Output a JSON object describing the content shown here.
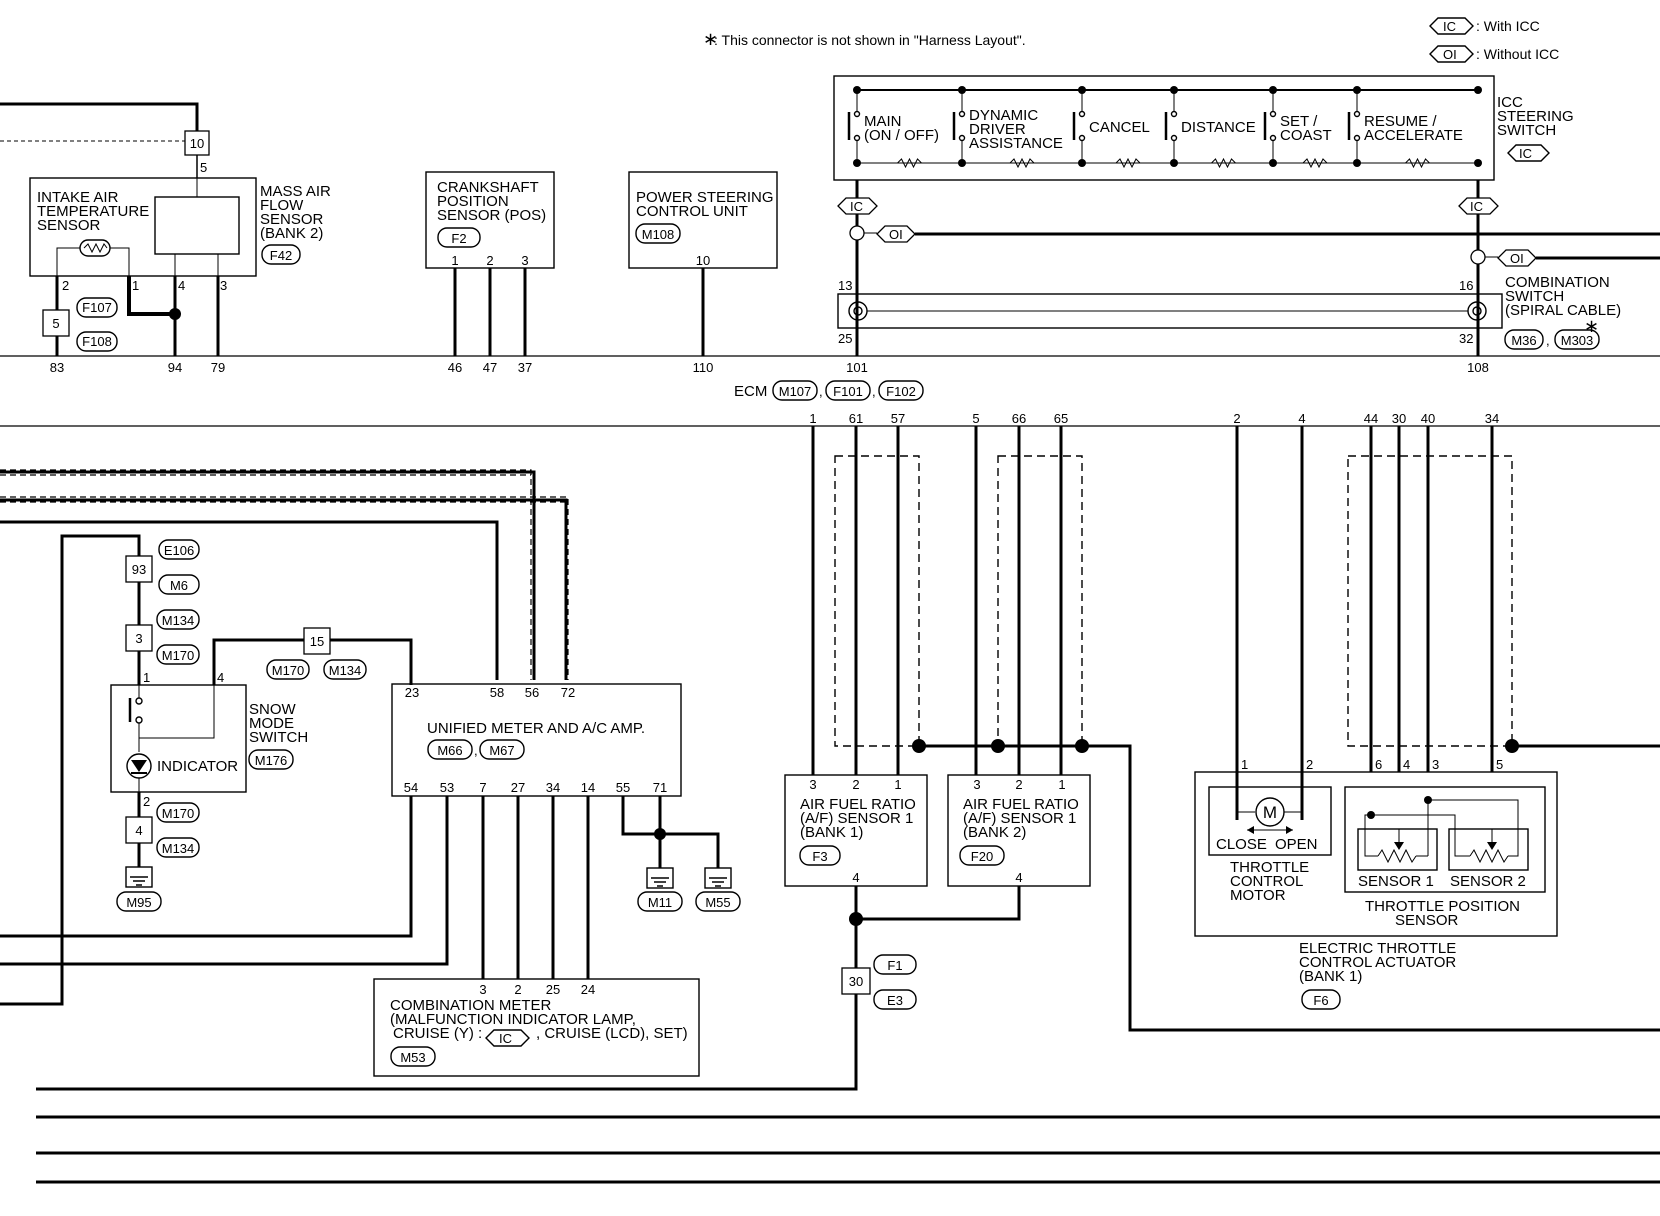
{
  "notes": {
    "not_shown_prefix": "∗",
    "not_shown": ": This connector is not shown in \"Harness Layout\".",
    "legend_ic_code": "IC",
    "legend_ic": ": With ICC",
    "legend_oi_code": "OI",
    "legend_oi": ": Without ICC"
  },
  "maf": {
    "label": [
      "INTAKE AIR",
      "TEMPERATURE",
      "SENSOR"
    ],
    "name": [
      "MASS AIR",
      "FLOW",
      "SENSOR",
      "(BANK 2)"
    ],
    "connector": "F42",
    "top_pin": "5",
    "junction": "10",
    "pins": [
      "2",
      "1",
      "4",
      "3"
    ],
    "jbox": "5",
    "jconns": [
      "F107",
      "F108"
    ]
  },
  "ckp": {
    "label": [
      "CRANKSHAFT",
      "POSITION",
      "SENSOR (POS)"
    ],
    "connector": "F2",
    "pins": [
      "1",
      "2",
      "3"
    ]
  },
  "pscu": {
    "label": [
      "POWER STEERING",
      "CONTROL UNIT"
    ],
    "connector": "M108",
    "pin": "10"
  },
  "icc": {
    "switches": [
      [
        "MAIN",
        "(ON / OFF)"
      ],
      [
        "DYNAMIC",
        "DRIVER",
        "ASSISTANCE"
      ],
      [
        "CANCEL"
      ],
      [
        "DISTANCE"
      ],
      [
        "SET /",
        "COAST"
      ],
      [
        "RESUME /",
        "ACCELERATE"
      ]
    ],
    "name": [
      "ICC",
      "STEERING",
      "SWITCH"
    ],
    "code": "IC"
  },
  "spiral": {
    "name": [
      "COMBINATION",
      "SWITCH",
      "(SPIRAL CABLE)"
    ],
    "connectors": [
      "M36",
      "M303"
    ],
    "separator": ",",
    "star": "∗",
    "pins": {
      "top_left": "13",
      "bottom_left": "25",
      "top_right": "16",
      "bottom_right": "32"
    },
    "ic": "IC",
    "oi": "OI"
  },
  "ecm": {
    "label": "ECM",
    "connectors": [
      "M107",
      "F101",
      "F102"
    ],
    "top_pins": [
      "83",
      "94",
      "79",
      "46",
      "47",
      "37",
      "110",
      "101",
      "108"
    ],
    "bottom_pins": [
      "1",
      "61",
      "57",
      "5",
      "66",
      "65",
      "2",
      "4",
      "44",
      "30",
      "40",
      "34"
    ]
  },
  "snow": {
    "e106": "E106",
    "m6": "M6",
    "m134a": "M134",
    "m170a": "M170",
    "j93": "93",
    "j3": "3",
    "j15": "15",
    "j4": "4",
    "c15": [
      "M170",
      "M134"
    ],
    "pins": [
      "1",
      "4",
      "2"
    ],
    "name": [
      "SNOW",
      "MODE",
      "SWITCH"
    ],
    "indicator": "INDICATOR",
    "connector": "M176",
    "lower": [
      "M170",
      "M134"
    ],
    "ground": "M95"
  },
  "amp": {
    "label": "UNIFIED METER AND A/C AMP.",
    "connectors": [
      "M66",
      "M67"
    ],
    "top_pins": [
      "23",
      "58",
      "56",
      "72"
    ],
    "bottom_pins": [
      "54",
      "53",
      "7",
      "27",
      "34",
      "14",
      "55",
      "71"
    ],
    "grounds": [
      "M11",
      "M55"
    ]
  },
  "meter": {
    "pins": [
      "3",
      "2",
      "25",
      "24"
    ],
    "label": [
      "COMBINATION METER",
      "(MALFUNCTION INDICATOR LAMP,"
    ],
    "line3a": "CRUISE (Y) :",
    "line3b": ", CRUISE (LCD), SET)",
    "code": "IC",
    "connector": "M53"
  },
  "afs1": {
    "label": [
      "AIR FUEL RATIO",
      "(A/F) SENSOR 1",
      "(BANK 1)"
    ],
    "connector": "F3",
    "pins": [
      "3",
      "2",
      "1"
    ],
    "bottom_pin": "4"
  },
  "afs2": {
    "label": [
      "AIR FUEL RATIO",
      "(A/F) SENSOR 1",
      "(BANK 2)"
    ],
    "connector": "F20",
    "pins": [
      "3",
      "2",
      "1"
    ],
    "bottom_pin": "4"
  },
  "jf": {
    "junction": "30",
    "connectors": [
      "F1",
      "E3"
    ]
  },
  "etc": {
    "motor_pins": [
      "1",
      "2"
    ],
    "motor_symbol": "M",
    "close": "CLOSE",
    "open": "OPEN",
    "motor_label": [
      "THROTTLE",
      "CONTROL",
      "MOTOR"
    ],
    "tps_pins": [
      "6",
      "4",
      "3",
      "5"
    ],
    "sensor1": "SENSOR 1",
    "sensor2": "SENSOR 2",
    "tps_label": [
      "THROTTLE POSITION",
      "SENSOR"
    ],
    "name": [
      "ELECTRIC THROTTLE",
      "CONTROL ACTUATOR",
      "(BANK 1)"
    ],
    "connector": "F6"
  }
}
